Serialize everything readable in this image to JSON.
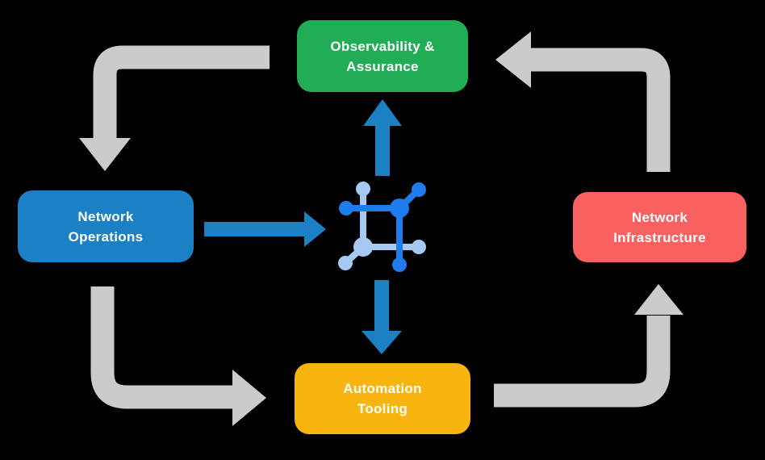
{
  "title": "Network automation cycle diagram",
  "nodes": {
    "observability": {
      "line1": "Observability &",
      "line2": "Assurance",
      "color": "#21AC56"
    },
    "operations": {
      "line1": "Network",
      "line2": "Operations",
      "color": "#1C80C4"
    },
    "infrastructure": {
      "line1": "Network",
      "line2": "Infrastructure",
      "color": "#F96161"
    },
    "automation": {
      "line1": "Automation",
      "line2": "Tooling",
      "color": "#F9B50F"
    }
  },
  "center_icon": {
    "name": "network-nodes-icon",
    "dark_color": "#1E7CEC",
    "light_color": "#A6C9F4"
  },
  "flow": {
    "outer_cycle": [
      {
        "from": "observability",
        "to": "operations",
        "style": "gray-elbow-arrow"
      },
      {
        "from": "operations",
        "to": "automation",
        "style": "gray-elbow-arrow"
      },
      {
        "from": "automation",
        "to": "infrastructure",
        "style": "gray-elbow-arrow"
      },
      {
        "from": "infrastructure",
        "to": "observability",
        "style": "gray-elbow-arrow"
      }
    ],
    "hub_links": [
      {
        "from": "operations",
        "to": "center-icon",
        "style": "blue-straight-arrow"
      },
      {
        "from": "center-icon",
        "to": "observability",
        "style": "blue-straight-arrow"
      },
      {
        "from": "center-icon",
        "to": "automation",
        "style": "blue-straight-arrow"
      }
    ]
  },
  "colors": {
    "background": "#000000",
    "text": "#FFFFFF",
    "arrow_gray": "#CBCBCB",
    "arrow_blue": "#1C80C4",
    "node_green": "#21AC56",
    "node_blue": "#1C80C4",
    "node_red": "#F96161",
    "node_yellow": "#F9B50F",
    "icon_dark_blue": "#1E7CEC",
    "icon_light_blue": "#A6C9F4"
  }
}
